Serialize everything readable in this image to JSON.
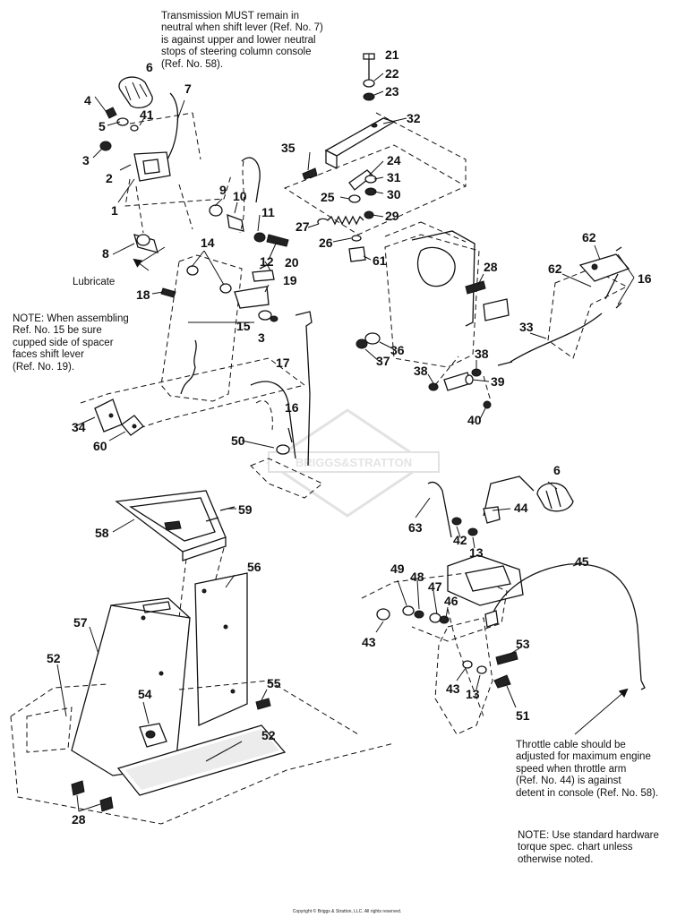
{
  "notes": {
    "transmission": "Transmission MUST remain in\nneutral when shift lever (Ref. No. 7)\nis against upper and lower neutral\nstops of steering column console\n(Ref. No. 58).",
    "spacer": "NOTE: When assembling\nRef. No. 15 be sure\ncupped side of spacer\nfaces shift lever\n(Ref. No. 19).",
    "throttle": "Throttle cable should be\nadjusted for maximum engine\nspeed when throttle arm\n(Ref. No. 44) is against\ndetent in console (Ref. No. 58).",
    "hardware": "NOTE: Use standard hardware\ntorque spec. chart unless\notherwise noted.",
    "lubricate": "Lubricate"
  },
  "watermark": "BRIGGS&STRATTON",
  "copyright": "Copyright © Briggs & Stratton, LLC. All rights reserved.",
  "callouts": {
    "c6a": "6",
    "c7": "7",
    "c4": "4",
    "c41": "41",
    "c5": "5",
    "c3a": "3",
    "c2": "2",
    "c1": "1",
    "c9": "9",
    "c10": "10",
    "c11": "11",
    "c8": "8",
    "c14": "14",
    "c12": "12",
    "c20": "20",
    "c19": "19",
    "c18": "18",
    "c15": "15",
    "c3b": "3",
    "c17": "17",
    "c16a": "16",
    "c50": "50",
    "c34": "34",
    "c60": "60",
    "c21": "21",
    "c22": "22",
    "c23": "23",
    "c32": "32",
    "c35": "35",
    "c24": "24",
    "c31": "31",
    "c25": "25",
    "c30": "30",
    "c27": "27",
    "c29": "29",
    "c26": "26",
    "c61": "61",
    "c28a": "28",
    "c62a": "62",
    "c62b": "62",
    "c16b": "16",
    "c36": "36",
    "c37": "37",
    "c33": "33",
    "c38a": "38",
    "c38b": "38",
    "c39": "39",
    "c40": "40",
    "c59": "59",
    "c58": "58",
    "c56": "56",
    "c57": "57",
    "c52a": "52",
    "c54": "54",
    "c55": "55",
    "c52b": "52",
    "c28b": "28",
    "c6b": "6",
    "c63": "63",
    "c44": "44",
    "c42": "42",
    "c13a": "13",
    "c45": "45",
    "c49": "49",
    "c48": "48",
    "c47": "47",
    "c46": "46",
    "c43a": "43",
    "c43b": "43",
    "c13b": "13",
    "c53": "53",
    "c51": "51"
  }
}
